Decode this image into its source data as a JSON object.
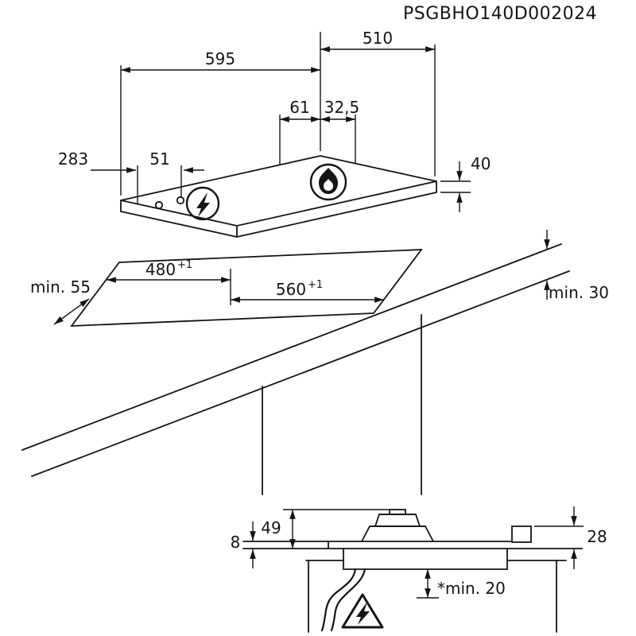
{
  "title": "PSGBHO140D002024",
  "top_view": {
    "width": "595",
    "depth": "510",
    "burner_offset_a": "61",
    "burner_offset_b": "32,5",
    "electrical_offset": "283",
    "injector_offset": "51",
    "thickness": "40"
  },
  "cutout": {
    "depth": "480",
    "depth_tolerance": "+1",
    "width": "560",
    "width_tolerance": "+1",
    "min_front_clearance": "min. 55",
    "min_worktop_thickness": "min. 30"
  },
  "section": {
    "flange_height": "8",
    "overall_height": "49",
    "rear_height": "28",
    "min_bottom_clearance": "*min. 20"
  },
  "icons": {
    "electrical": "lightning-bolt-icon",
    "gas_burner": "flame-icon",
    "warning": "electrical-warning-triangle-icon"
  },
  "colors": {
    "line": "#141414",
    "background": "#ffffff"
  }
}
